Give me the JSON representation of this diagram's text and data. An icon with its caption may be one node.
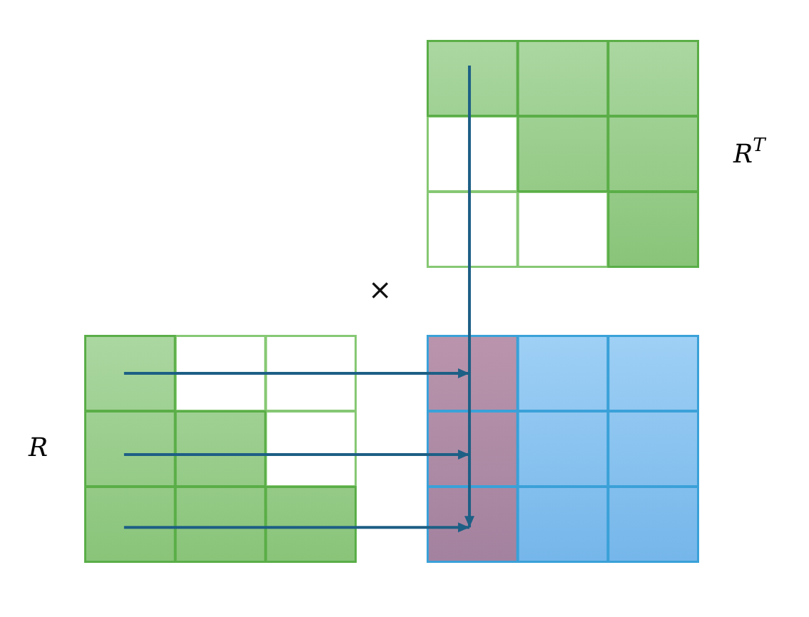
{
  "diagram": {
    "nodes": [
      {
        "text": [],
        "shape": "grid",
        "beside": [
          "R$^{T}$"
        ]
      },
      {
        "text": [],
        "shape": "grid",
        "beside": [
          "R"
        ]
      },
      {
        "text": [],
        "shape": "grid"
      }
    ],
    "edges": [
      {
        "from": 0,
        "to": 2,
        "arrow": "to"
      },
      {
        "from": 1,
        "to": 2,
        "arrow": "to"
      },
      {
        "from": 1,
        "to": 2,
        "arrow": "to"
      },
      {
        "from": 1,
        "to": 2,
        "arrow": "to"
      }
    ],
    "labels": [
      "×"
    ]
  }
}
